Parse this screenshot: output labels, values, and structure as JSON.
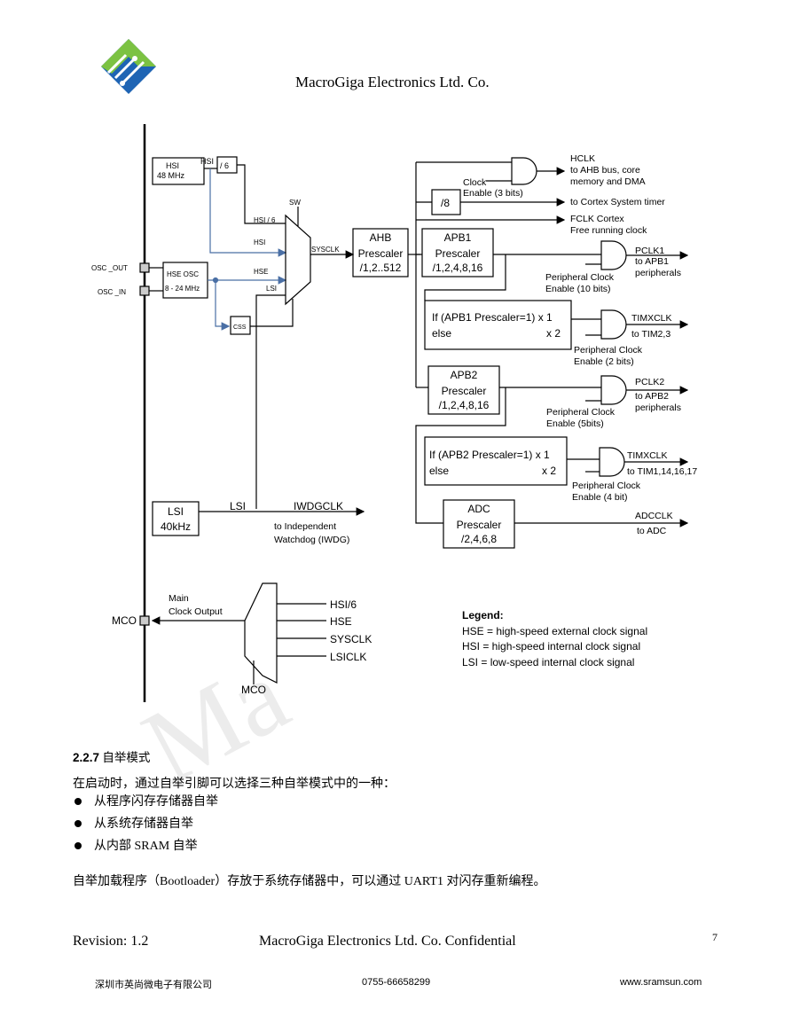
{
  "header": {
    "company": "MacroGiga Electronics Ltd. Co.",
    "logo_icon": "macrogiga-logo-icon",
    "logo_colors": {
      "green": "#7cc242",
      "blue": "#1e64b4"
    }
  },
  "diagram": {
    "hsi_block": [
      "HSI",
      "48    MHz"
    ],
    "hsi_signal": "HSI",
    "div6": "/ 6",
    "sw": "SW",
    "mux_hsi6": "HSI / 6",
    "mux_hsi": "HSI",
    "mux_hse": "HSE",
    "mux_lsi": "LSI",
    "sysclk_label": "SYSCLK",
    "osc_out": "OSC   _OUT",
    "osc_in": "OSC   _IN",
    "hse_osc": [
      "HSE OSC",
      "8 - 24 MHz"
    ],
    "css": "CSS",
    "ahb": [
      "AHB",
      "Prescaler",
      "/1,2..512"
    ],
    "div8": "/8",
    "hclk": [
      "HCLK",
      "to AHB bus, core",
      "memory and DMA"
    ],
    "clock_enable": [
      "Clock",
      "Enable (3 bits)"
    ],
    "cortex_timer": "to Cortex System timer",
    "fclk": [
      "FCLK Cortex",
      "Free running clock"
    ],
    "apb1": [
      "APB1",
      "Prescaler",
      "/1,2,4,8,16"
    ],
    "pclk1": [
      "PCLK1",
      "to APB1",
      "peripherals"
    ],
    "pce1": [
      "Peripheral Clock",
      "Enable (10 bits)"
    ],
    "apb1_mult": [
      "If (APB1 Prescaler=1) x 1",
      "else",
      "x 2"
    ],
    "timx1": [
      "TIMXCLK",
      "to TIM2,3"
    ],
    "pce2": [
      "Peripheral Clock",
      "Enable (2 bits)"
    ],
    "apb2": [
      "APB2",
      "Prescaler",
      "/1,2,4,8,16"
    ],
    "pclk2": [
      "PCLK2",
      "to APB2",
      "peripherals"
    ],
    "pce3": [
      "Peripheral Clock",
      "Enable (5bits)"
    ],
    "apb2_mult": [
      "If (APB2 Prescaler=1) x 1",
      "else",
      "x 2"
    ],
    "timx2": [
      "TIMXCLK",
      "to TIM1,14,16,17"
    ],
    "pce4": [
      "Peripheral Clock",
      "Enable (4 bit)"
    ],
    "adc": [
      "ADC",
      "Prescaler",
      "/2,4,6,8"
    ],
    "adcclk": [
      "ADCCLK",
      "to ADC"
    ],
    "lsi_block": [
      "LSI",
      "40kHz"
    ],
    "lsi_signal": "LSI",
    "iwdg": [
      "IWDGCLK",
      "to Independent",
      "Watchdog (IWDG)"
    ],
    "mco_main": [
      "Main",
      "Clock Output"
    ],
    "mco_pin": "MCO",
    "mco_inputs": [
      "HSI/6",
      "HSE",
      "SYSCLK",
      "LSICLK"
    ],
    "mco_mux": "MCO",
    "legend": [
      "Legend:",
      "HSE = high-speed external clock signal",
      "HSI = high-speed internal clock signal",
      "LSI = low-speed internal clock signal"
    ],
    "arrow_color": "#4a6fa5"
  },
  "watermark": "Ma",
  "section": {
    "number": "2.2.7",
    "title": "自举模式",
    "intro": "在启动时，通过自举引脚可以选择三种自举模式中的一种：",
    "bullets": [
      "从程序闪存存储器自举",
      "从系统存储器自举",
      "从内部 SRAM 自举"
    ],
    "closing": "自举加载程序（Bootloader）存放于系统存储器中，可以通过 UART1 对闪存重新编程。"
  },
  "footer": {
    "revision": "Revision: 1.2",
    "company": "MacroGiga Electronics Ltd. Co.    Confidential",
    "page": "7",
    "company_cn": "深圳市英尚微电子有限公司",
    "phone": "0755-66658299",
    "website": "www.sramsun.com"
  }
}
